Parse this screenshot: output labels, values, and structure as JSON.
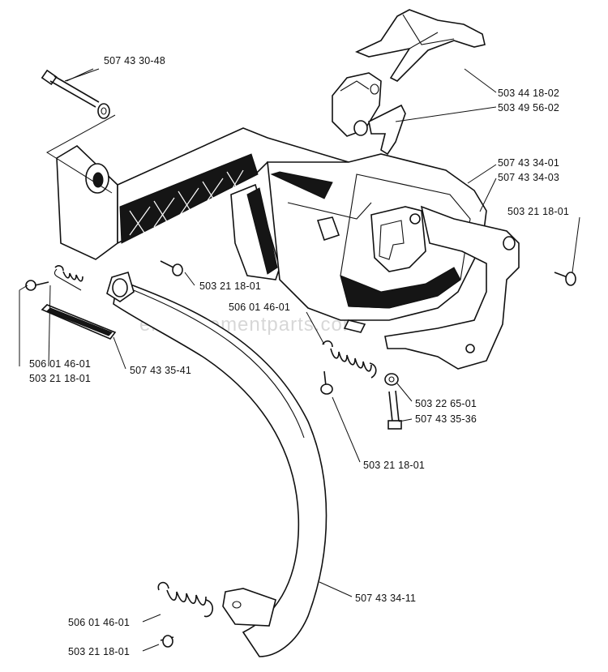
{
  "watermark": "ereplacementparts.com",
  "labels": {
    "bolt_top": "507 43 30-48",
    "lever_top": "503 44 18-02",
    "latch": "503 49 56-02",
    "housing_a": "507 43 34-01",
    "housing_b": "507 43 34-03",
    "screw_right": "503 21 18-01",
    "screw_mid": "503 21 18-01",
    "spring_mid": "506 01 46-01",
    "spring_left": "506 01 46-01",
    "screw_left": "503 21 18-01",
    "pad": "507 43 35-41",
    "washer": "503 22 65-01",
    "bolt_lower": "507 43 35-36",
    "screw_lower": "503 21 18-01",
    "handle": "507 43 34-11",
    "spring_bottom": "506 01 46-01",
    "screw_bottom": "503 21 18-01"
  }
}
